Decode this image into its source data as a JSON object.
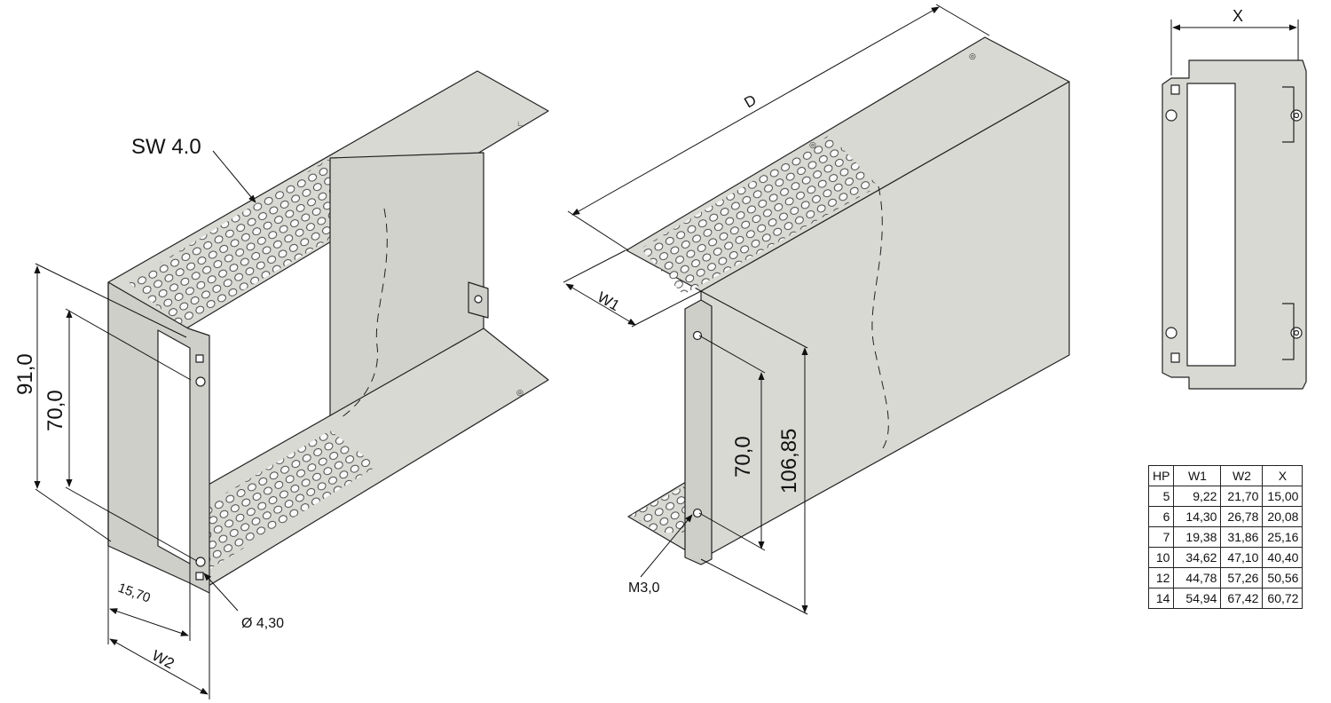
{
  "labels": {
    "sw": "SW 4.0",
    "dim_91": "91,0",
    "dim_70_left": "70,0",
    "dim_1570": "15,70",
    "dim_w2": "W2",
    "hole_dia": "Ø 4,30",
    "dim_d": "D",
    "dim_w1": "W1",
    "dim_70_mid": "70,0",
    "dim_10685": "106,85",
    "thread": "M3,0",
    "dim_x": "X"
  },
  "table": {
    "headers": [
      "HP",
      "W1",
      "W2",
      "X"
    ],
    "rows": [
      [
        "5",
        "9,22",
        "21,70",
        "15,00"
      ],
      [
        "6",
        "14,30",
        "26,78",
        "20,08"
      ],
      [
        "7",
        "19,38",
        "31,86",
        "25,16"
      ],
      [
        "10",
        "34,62",
        "47,10",
        "40,40"
      ],
      [
        "12",
        "44,78",
        "57,26",
        "50,56"
      ],
      [
        "14",
        "54,94",
        "67,42",
        "60,72"
      ]
    ]
  },
  "colors": {
    "sheet": "#d9d9d4",
    "sheet_dark": "#c8c8c2",
    "line": "#222222"
  }
}
